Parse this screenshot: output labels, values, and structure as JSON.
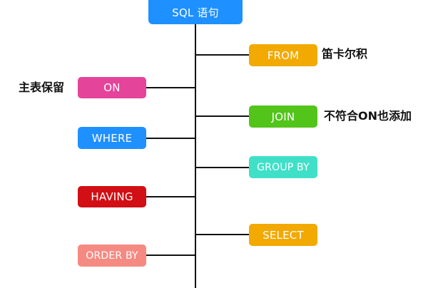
{
  "title": "SQL 语句",
  "steps": {
    "from": "FROM",
    "on": "ON",
    "join": "JOIN",
    "where": "WHERE",
    "group_by": "GROUP BY",
    "having": "HAVING",
    "select": "SELECT",
    "order_by": "ORDER BY"
  },
  "notes": {
    "from": "笛卡尔积",
    "on": "主表保留",
    "join": "不符合ON也添加"
  },
  "colors": {
    "title": "#1E90FF",
    "from": "#F2A900",
    "on": "#E4449A",
    "join": "#52C41A",
    "where": "#1E90FF",
    "group_by": "#40E0C8",
    "having": "#D20F14",
    "select": "#F2A900",
    "order_by": "#F58A82"
  }
}
